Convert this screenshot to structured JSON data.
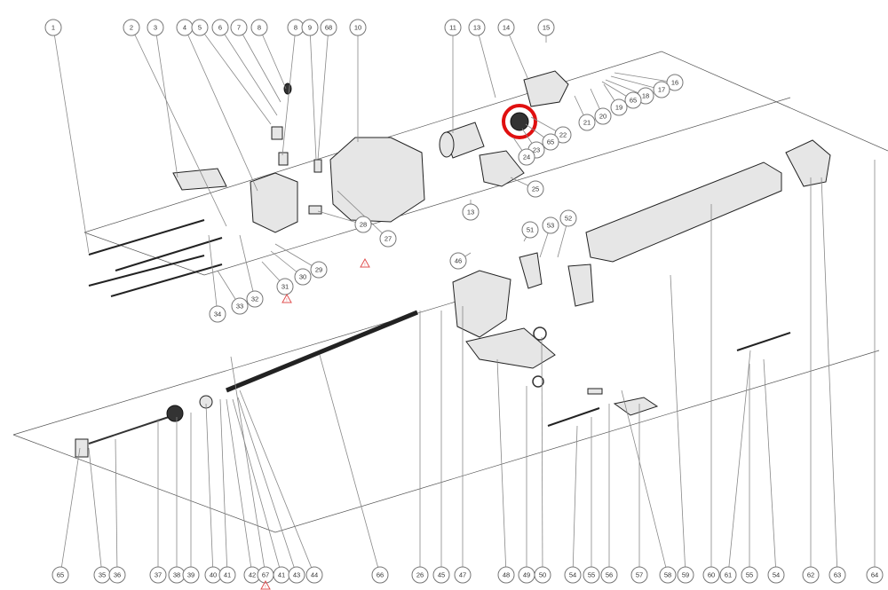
{
  "diagram": {
    "highlight_color": "#e01010",
    "warning_color": "#e05050",
    "callouts_top": [
      "1",
      "2",
      "3",
      "4",
      "5",
      "6",
      "7",
      "8",
      "8",
      "9",
      "68",
      "10",
      "11",
      "13",
      "14",
      "15"
    ],
    "callouts_cluster": [
      "16",
      "17",
      "18",
      "65",
      "19",
      "20",
      "21",
      "22",
      "65",
      "23",
      "24",
      "25",
      "13",
      "27",
      "28",
      "29",
      "30",
      "31",
      "32",
      "33",
      "34",
      "46",
      "51",
      "53",
      "52"
    ],
    "callouts_bottom": [
      "65",
      "35",
      "36",
      "37",
      "38",
      "39",
      "40",
      "41",
      "42",
      "67",
      "41",
      "43",
      "44",
      "66",
      "26",
      "45",
      "47",
      "48",
      "49",
      "50",
      "54",
      "55",
      "56",
      "57",
      "58",
      "59",
      "60",
      "61",
      "55",
      "54",
      "62",
      "63",
      "64"
    ],
    "warning_symbol": "!"
  }
}
